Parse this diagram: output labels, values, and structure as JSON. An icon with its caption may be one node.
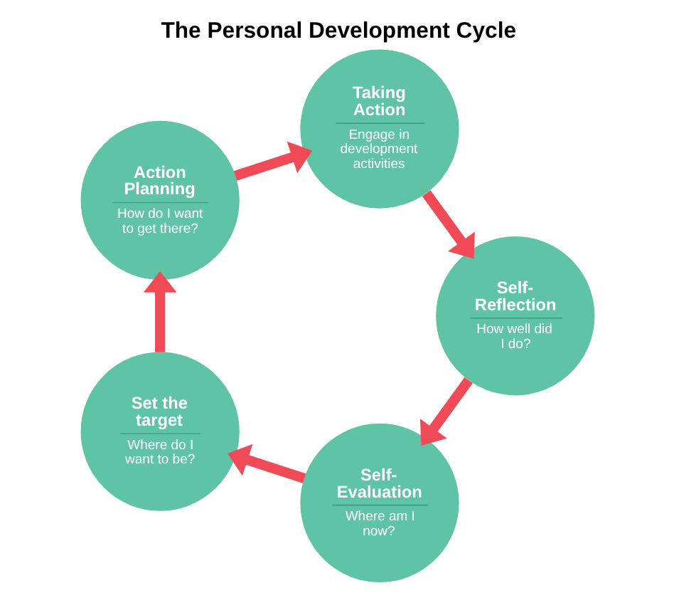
{
  "diagram": {
    "title": "The Personal Development Cycle",
    "nodes": [
      {
        "text": [
          "Self-Evaluation",
          "Where am I now?"
        ]
      },
      {
        "text": [
          "Self-Reflection",
          "How well did I do?"
        ]
      },
      {
        "text": [
          "Set the target",
          "Where do I want to be?"
        ]
      },
      {
        "text": [
          "Taking Action",
          "Engage in development activities"
        ]
      },
      {
        "text": [
          "Action Planning",
          "How do I want to get there?"
        ]
      }
    ],
    "edges": [
      {
        "from": 0,
        "to": 2,
        "arrow": "to"
      },
      {
        "from": 2,
        "to": 4,
        "arrow": "to"
      },
      {
        "from": 4,
        "to": 3,
        "arrow": "to"
      },
      {
        "from": 3,
        "to": 1,
        "arrow": "to"
      },
      {
        "from": 1,
        "to": 0,
        "arrow": "to"
      }
    ]
  }
}
